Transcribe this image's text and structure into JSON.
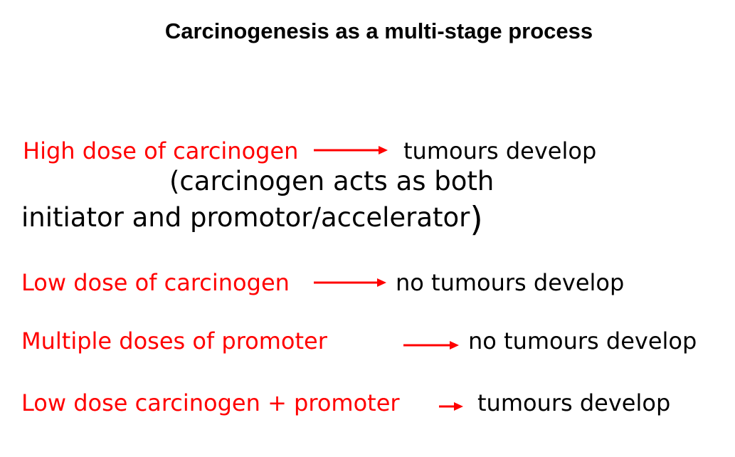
{
  "slide": {
    "title": "Carcinogenesis as a multi-stage process",
    "colors": {
      "red": "#ff0000",
      "ink": "#000000",
      "background": "#ffffff"
    },
    "rows": [
      {
        "label": "High dose of carcinogen",
        "result": "tumours develop"
      },
      {
        "label": "Low dose of carcinogen",
        "result": "no tumours develop"
      },
      {
        "label": "Multiple doses of promoter",
        "result": "no tumours develop"
      },
      {
        "label": "Low dose carcinogen + promoter",
        "result": "tumours develop"
      }
    ],
    "note": {
      "line1": "(carcinogen acts as both",
      "line2_text": "initiator and promotor/accelerator",
      "line2_paren": ")"
    }
  }
}
